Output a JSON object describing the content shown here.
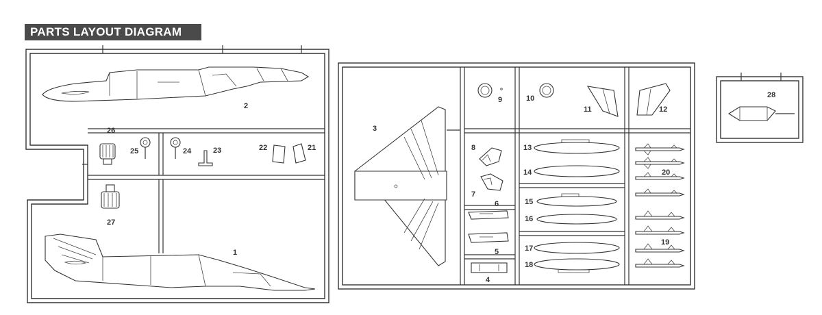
{
  "title": "PARTS LAYOUT DIAGRAM",
  "part_numbers": {
    "p1": "1",
    "p2": "2",
    "p3": "3",
    "p4": "4",
    "p5": "5",
    "p6": "6",
    "p7": "7",
    "p8": "8",
    "p9": "9",
    "p10": "10",
    "p11": "11",
    "p12": "12",
    "p13": "13",
    "p14": "14",
    "p15": "15",
    "p16": "16",
    "p17": "17",
    "p18": "18",
    "p19": "19",
    "p20": "20",
    "p21": "21",
    "p22": "22",
    "p23": "23",
    "p24": "24",
    "p25": "25",
    "p26": "26",
    "p27": "27",
    "p28": "28"
  }
}
